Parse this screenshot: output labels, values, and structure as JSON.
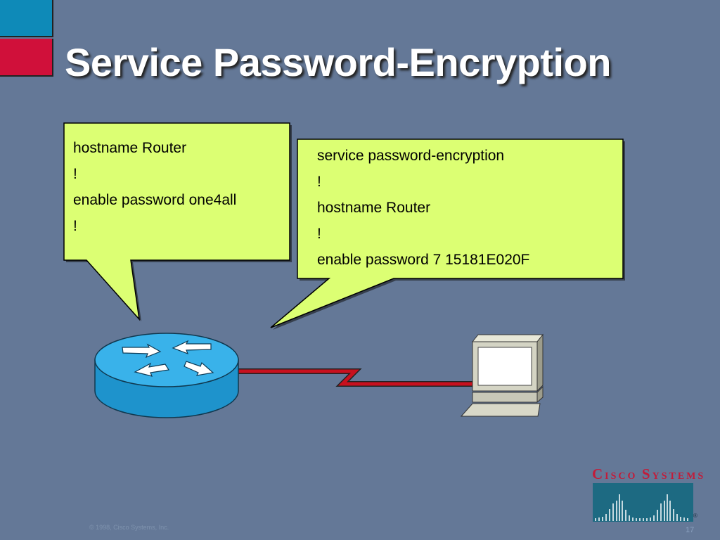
{
  "slide": {
    "title": "Service Password-Encryption",
    "left_callout": {
      "lines": [
        "hostname Router",
        "!",
        "enable password one4all",
        "!"
      ]
    },
    "right_callout": {
      "lines": [
        "service password-encryption",
        "!",
        "hostname Router",
        "!",
        "enable password 7 15181E020F"
      ]
    },
    "footer": {
      "copyright": "© 1998, Cisco Systems, Inc.",
      "page_number": "17"
    }
  },
  "logo": {
    "brand_initial_1": "C",
    "brand_rest_1": "ISCO ",
    "brand_initial_2": "S",
    "brand_rest_2": "YSTEMS",
    "registered": "®"
  },
  "icons": {
    "router": "router-icon",
    "workstation": "computer-terminal-icon",
    "serial_link": "serial-link-zigzag"
  },
  "colors": {
    "background": "#647897",
    "callout_fill": "#dcff73",
    "corner_blue": "#0e8ab8",
    "corner_red": "#d0103a",
    "link_red": "#c8101e",
    "router_blue": "#39b2ea",
    "logo_red": "#c21c3a",
    "logo_panel": "#1d6a82"
  }
}
